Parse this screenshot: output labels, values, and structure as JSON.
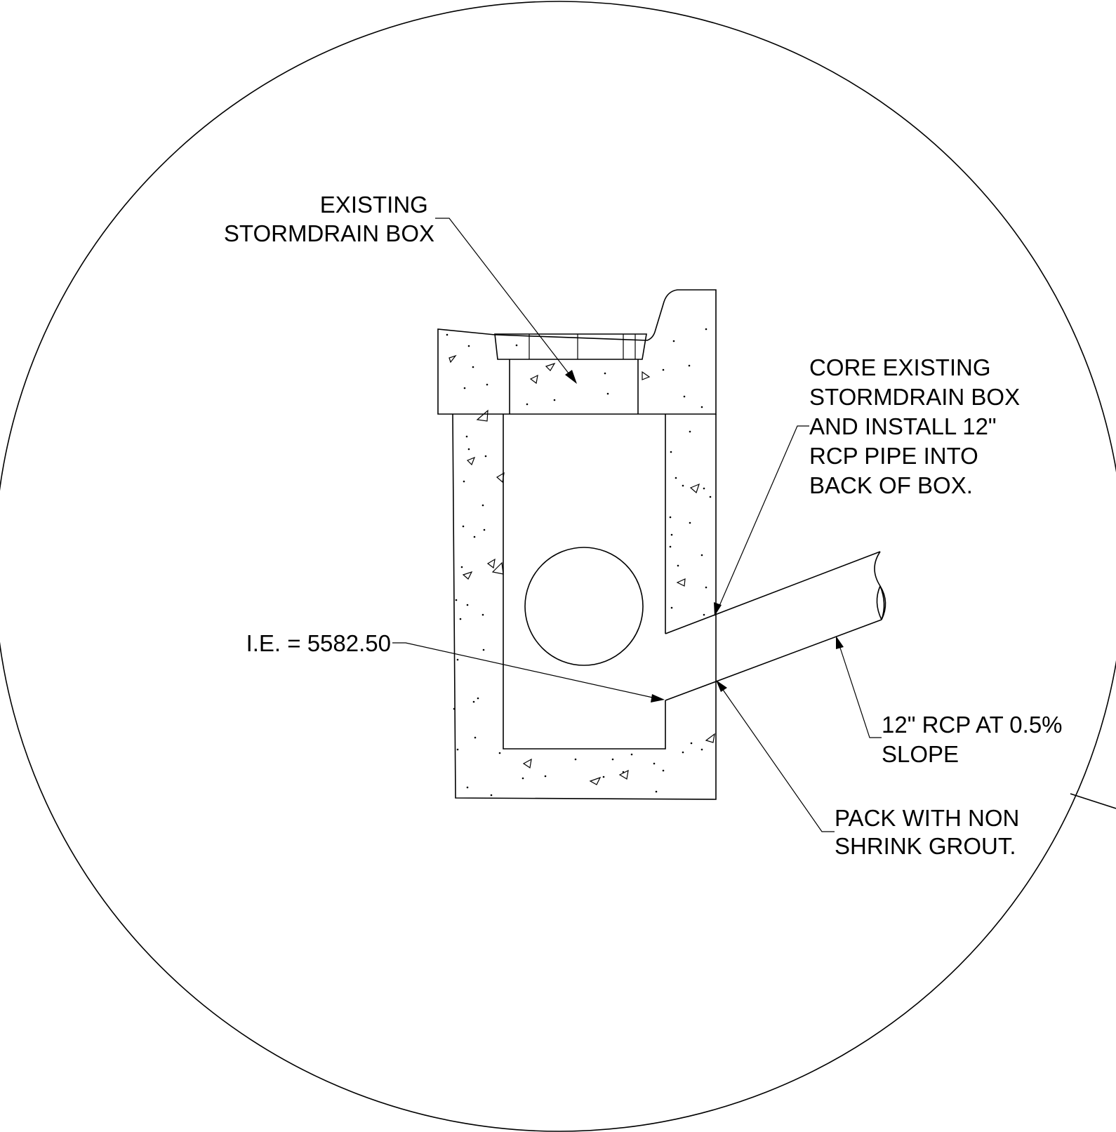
{
  "labels": {
    "existing_box": [
      "EXISTING",
      "STORMDRAIN BOX"
    ],
    "core_note": [
      "CORE EXISTING",
      "STORMDRAIN BOX",
      "AND INSTALL 12\"",
      "RCP PIPE INTO",
      "BACK OF BOX."
    ],
    "invert_elevation": "I.E. = 5582.50",
    "pipe_note": [
      "12\" RCP AT 0.5%",
      "SLOPE"
    ],
    "grout_note": [
      "PACK WITH NON",
      "SHRINK GROUT."
    ]
  },
  "colors": {
    "line": "#000000",
    "background": "#ffffff"
  }
}
